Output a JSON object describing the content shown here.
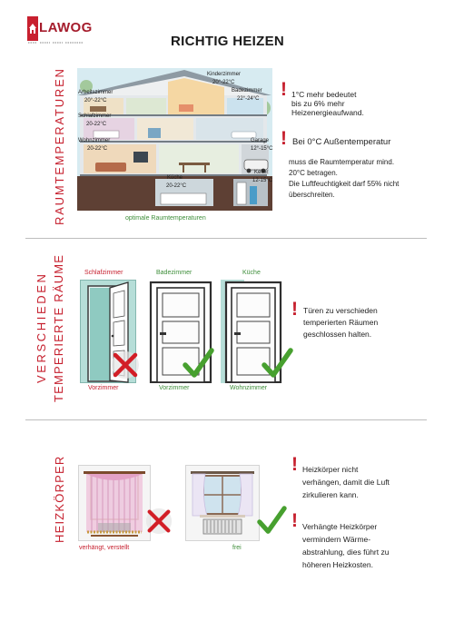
{
  "logo": {
    "text": "LAWOG"
  },
  "title": "RICHTIG HEIZEN",
  "colors": {
    "red": "#c6202e",
    "green": "#3e8e3a",
    "teal": "#b6ded8",
    "logo": "#a51c2c"
  },
  "alert_glyph": "!",
  "raumtemperaturen": {
    "heading": "RAUMTEMPERATUREN",
    "caption": "optimale Raumtemperaturen",
    "rooms": [
      {
        "name": "Kinderzimmer",
        "temp": "20°-22°C"
      },
      {
        "name": "Arbeitszimmer",
        "temp": "20°-22°C"
      },
      {
        "name": "Badezimmer",
        "temp": "22°-24°C"
      },
      {
        "name": "Schlafzimmer",
        "temp": "20-22°C"
      },
      {
        "name": "Wohnzimmer",
        "temp": "20-22°C"
      },
      {
        "name": "Garage",
        "temp": "12°-15°C"
      },
      {
        "name": "Küche",
        "temp": "20-22°C"
      },
      {
        "name": "Keller",
        "temp": "12-15°C"
      }
    ],
    "note_energy": [
      "1°C mehr bedeutet",
      "bis zu 6% mehr",
      "Heizenergieaufwand."
    ],
    "note_outside": {
      "lead": "Bei 0°C Außentemperatur",
      "lines": [
        "muss die Raumtemperatur mind.",
        "20°C betragen.",
        "Die Luftfeuchtigkeit darf 55% nicht",
        "überschreiten."
      ]
    }
  },
  "raeume": {
    "heading_lines": [
      "VERSCHIEDEN",
      "TEMPERIERTE RÄUME"
    ],
    "doors": [
      {
        "top_label": "Schlafzimmer",
        "bottom_label": "Vorzimmer",
        "icon": "cross-icon"
      },
      {
        "top_label": "Badezimmer",
        "bottom_label": "Vorzimmer",
        "icon": "check-icon"
      },
      {
        "top_label": "Küche",
        "bottom_label": "Wohnzimmer",
        "icon": "check-icon"
      }
    ],
    "note": [
      "Türen zu verschieden",
      "temperierten Räumen",
      "geschlossen halten."
    ]
  },
  "heizkoerper": {
    "heading": "HEIZKÖRPER",
    "windows": [
      {
        "caption": "verhängt, verstellt",
        "icon": "cross-icon"
      },
      {
        "caption": "frei",
        "icon": "check-icon"
      }
    ],
    "note_circulation": [
      "Heizkörper nicht",
      "verhängen, damit die Luft",
      "zirkulieren kann."
    ],
    "note_costs": [
      "Verhängte Heizkörper",
      "vermindern Wärme-",
      "abstrahlung, dies führt zu",
      "höheren Heizkosten."
    ]
  }
}
